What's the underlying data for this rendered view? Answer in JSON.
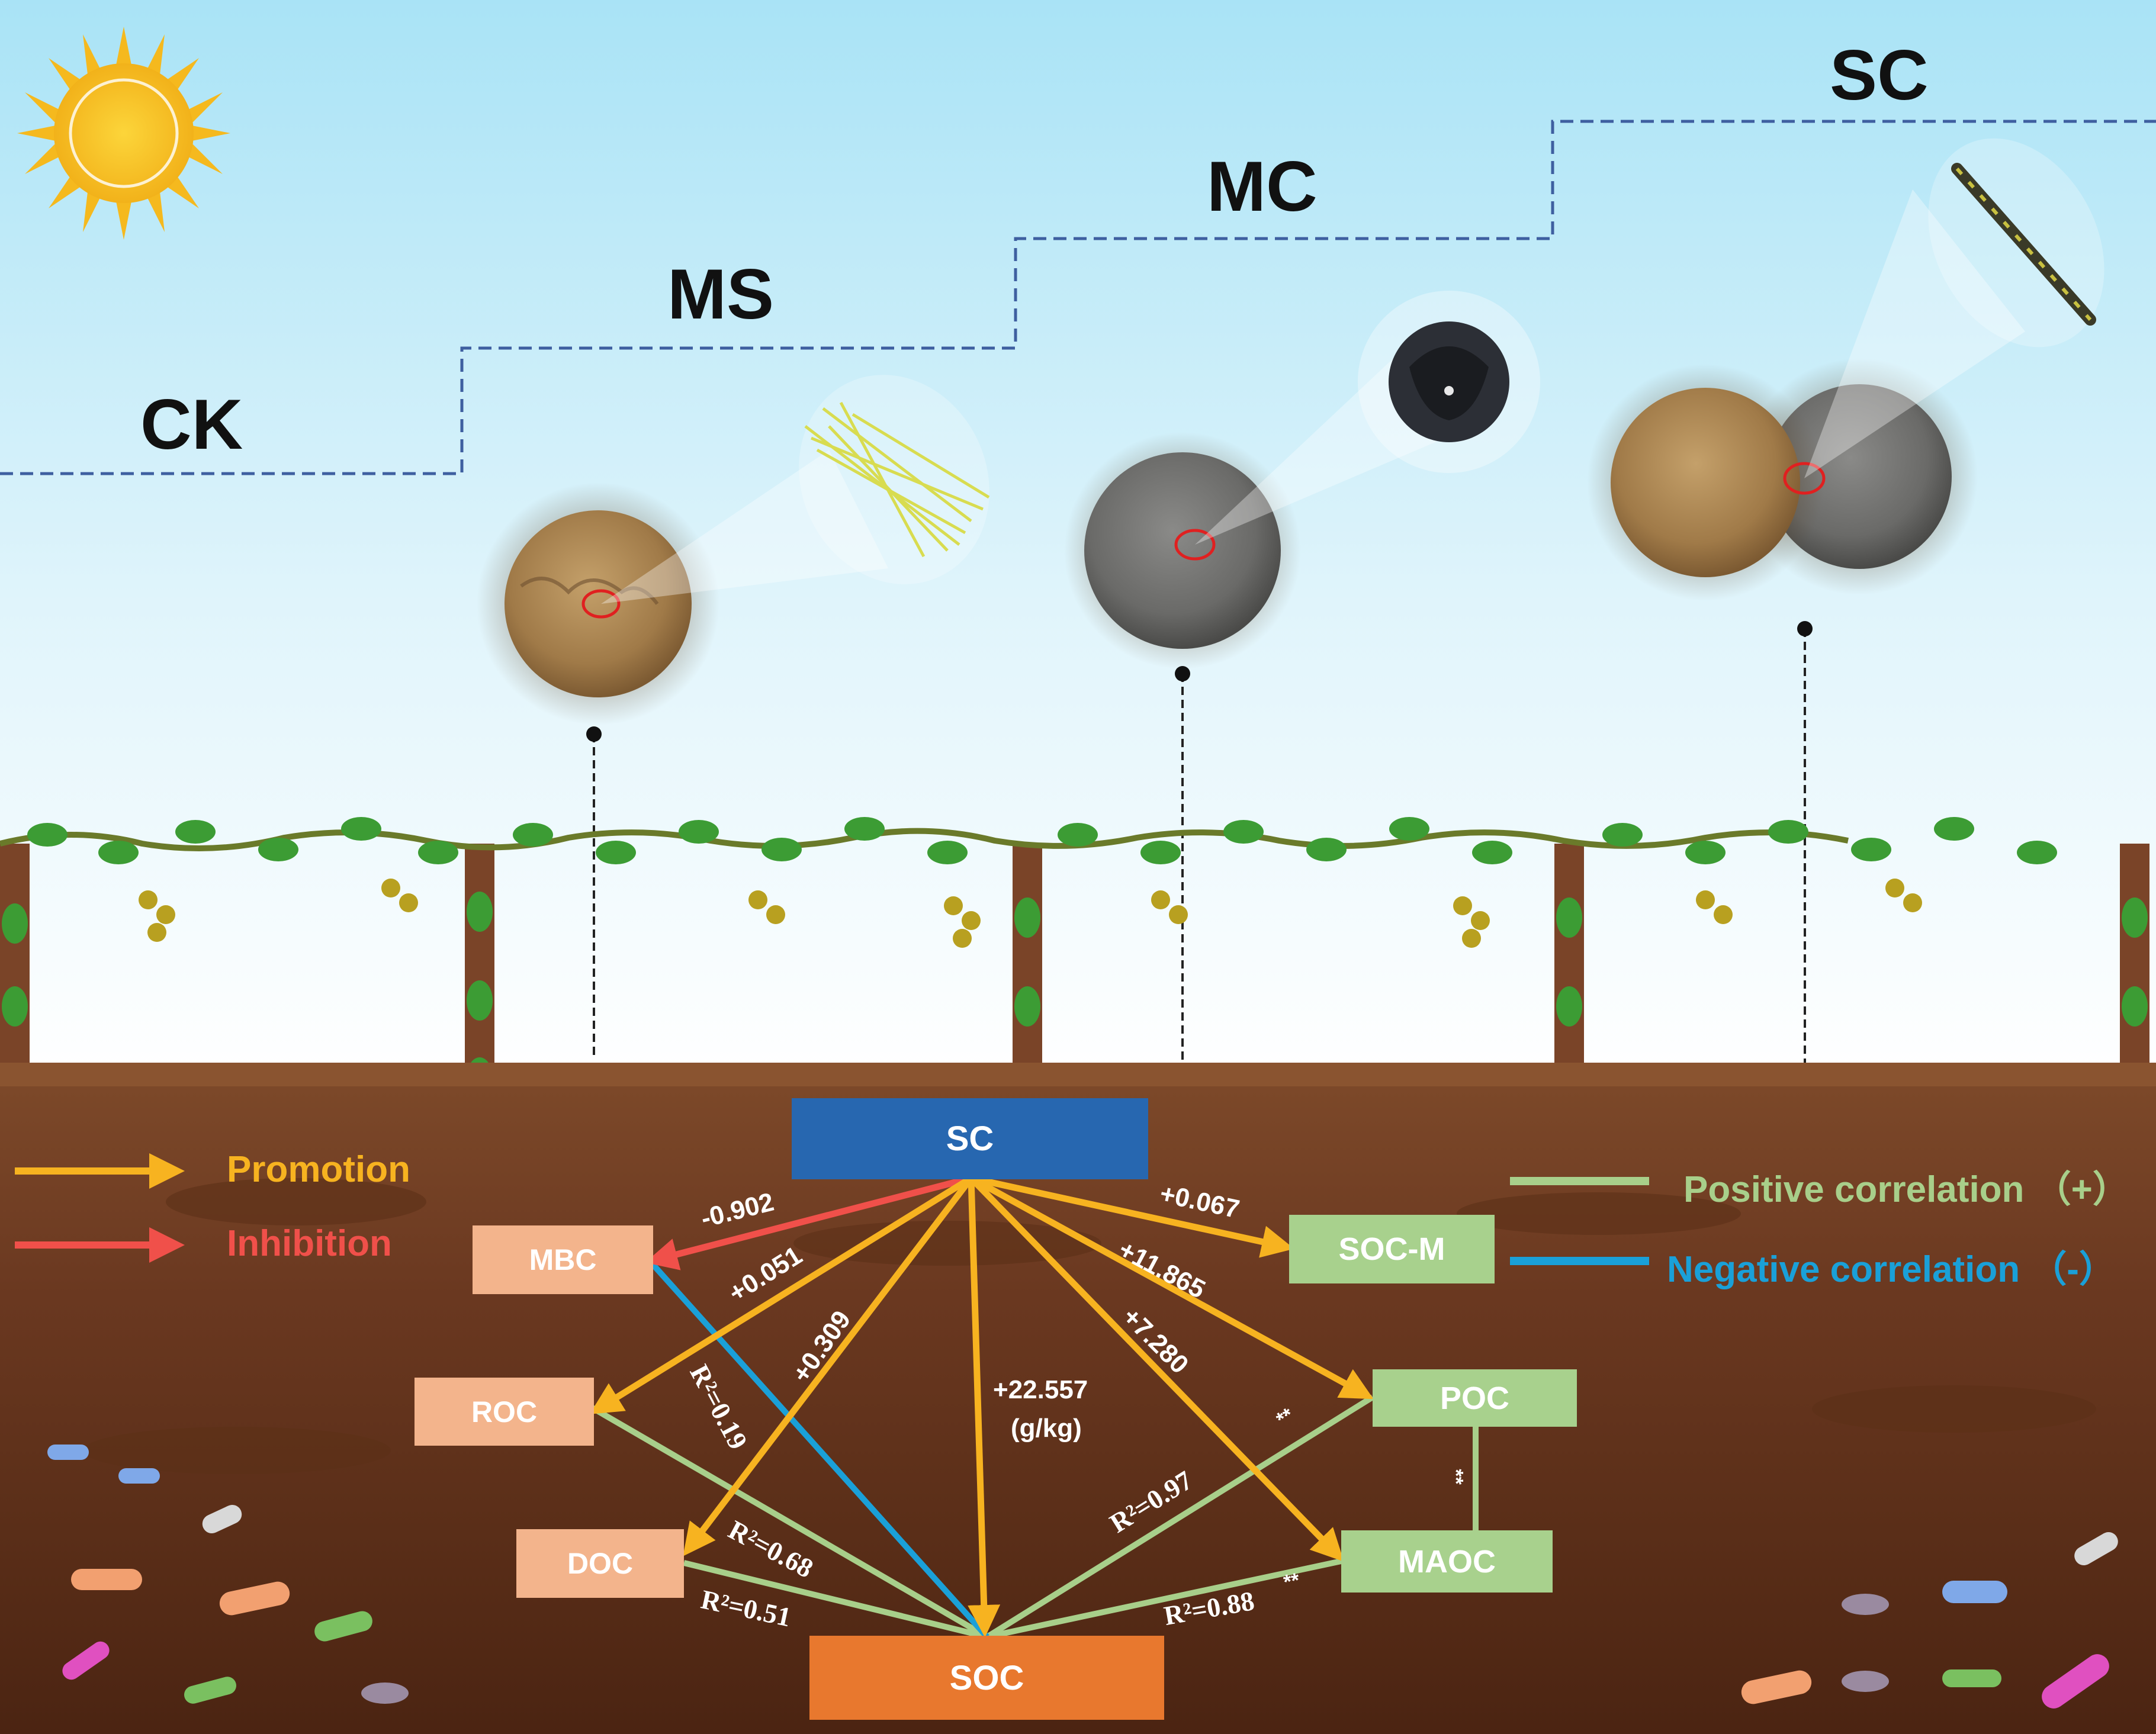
{
  "stages": {
    "ck": "CK",
    "ms": "MS",
    "mc": "MC",
    "sc": "SC"
  },
  "nodes": {
    "sc": "SC",
    "mbc": "MBC",
    "roc": "ROC",
    "doc": "DOC",
    "soc": "SOC",
    "soc_m": "SOC-M",
    "poc": "POC",
    "maoc": "MAOC"
  },
  "effects": {
    "mbc": "-0.902",
    "roc": "+0.051",
    "doc": "+0.309",
    "soc_value": "+22.557",
    "soc_unit": "(g/kg)",
    "soc_m": "+0.067",
    "poc": "+11.865",
    "maoc": "+7.280"
  },
  "correlations": {
    "mbc_soc": "R²=0.19",
    "roc_soc": "R²=0.68",
    "doc_soc": "R²=0.51",
    "poc_soc": "R²=0.97",
    "maoc_soc": "R²=0.88",
    "poc_soc_sig": "**",
    "maoc_soc_sig": "**",
    "poc_maoc_sig": "**"
  },
  "legend": {
    "promotion": "Promotion",
    "inhibition": "Inhibition",
    "positive": "Positive correlation （+）",
    "negative": "Negative correlation （-）"
  },
  "colors": {
    "promotion": "#f7b320",
    "inhibition": "#f0504a",
    "positive": "#a8cf8a",
    "negative": "#1aa0d8",
    "sc_box": "#2767b0",
    "soc_box": "#e8782e",
    "peach_box": "#f3b48c",
    "green_box": "#a8d18d"
  },
  "icons": [
    "sun-icon",
    "straw-icon",
    "biochar-particle-icon",
    "biochar-rod-icon",
    "vine-trellis",
    "bacteria-icon"
  ]
}
